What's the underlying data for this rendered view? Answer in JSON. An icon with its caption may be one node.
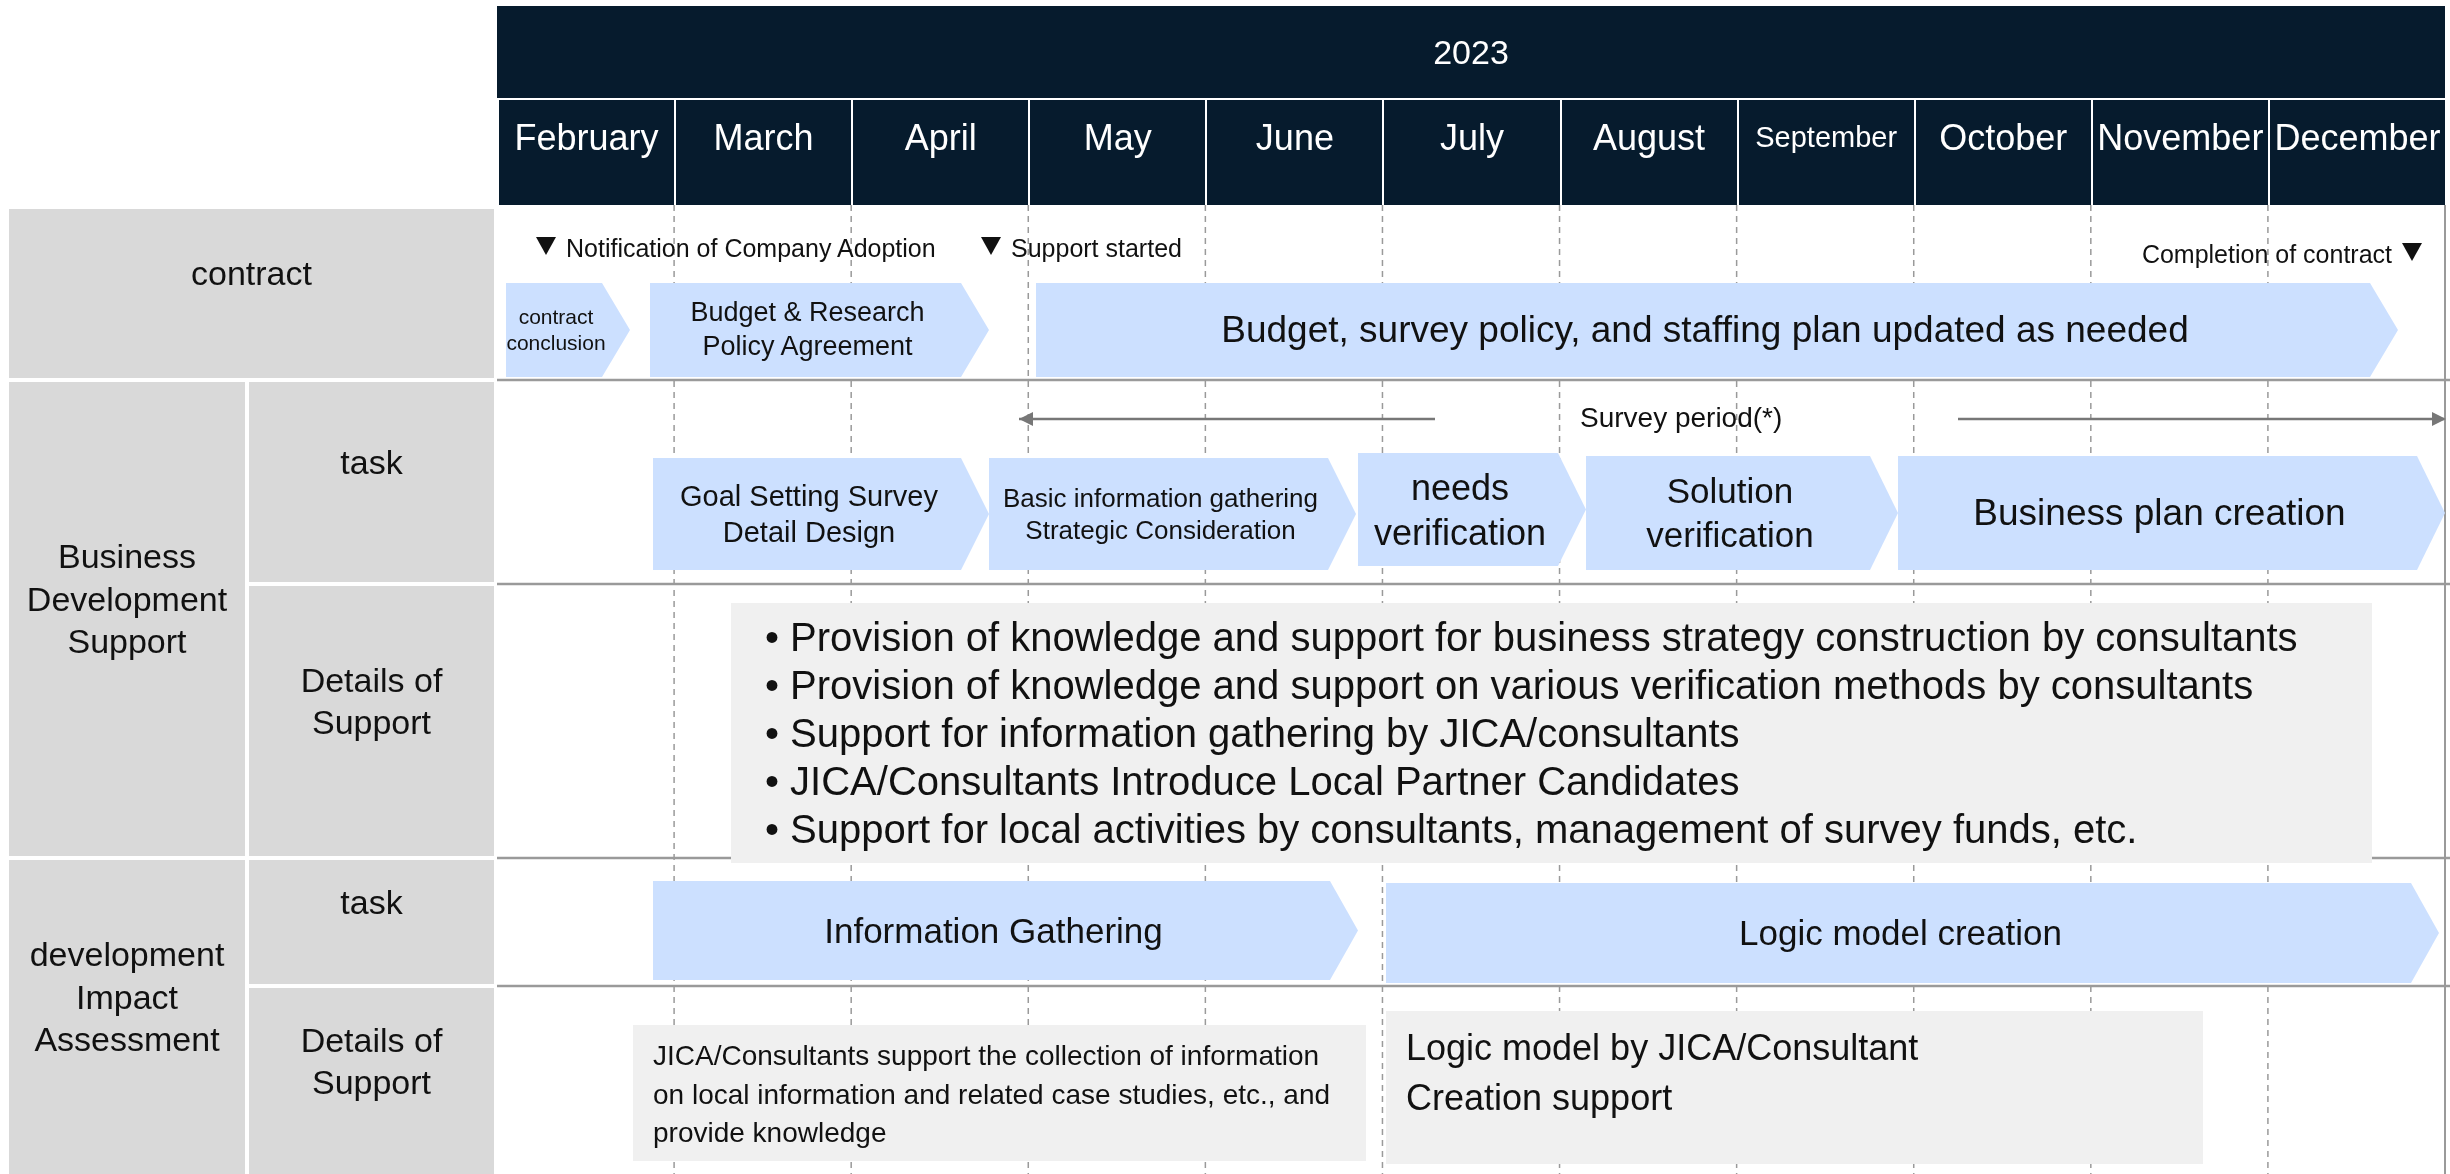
{
  "diagram": {
    "nodes": [
      {
        "text": [
          "contract"
        ]
      },
      {
        "text": [
          "Business Development Support"
        ]
      },
      {
        "text": [
          "task"
        ]
      },
      {
        "text": [
          "Details of Support"
        ]
      },
      {
        "text": [
          "development Impact Assessment"
        ]
      },
      {
        "text": [
          "task"
        ]
      },
      {
        "text": [
          "Details of Support"
        ]
      },
      {
        "text": [
          "contract conclusion"
        ]
      },
      {
        "text": [
          "Budget & Research Policy Agreement"
        ]
      },
      {
        "text": [
          "Budget, survey policy, and staffing plan updated as needed"
        ]
      },
      {
        "text": [
          "Goal Setting Survey Detail Design"
        ]
      },
      {
        "text": [
          "Basic information gathering Strategic Consideration"
        ]
      },
      {
        "text": [
          "needs verification"
        ]
      },
      {
        "text": [
          "Solution verification"
        ]
      },
      {
        "text": [
          "Business plan creation"
        ]
      },
      {
        "text": [
          "• Provision of knowledge and support for business strategy construction by consultants",
          "• Provision of knowledge and support on various verification methods by consultants",
          "• Support for information gathering by JICA/consultants",
          "• JICA/Consultants Introduce Local Partner Candidates",
          "• Support for local activities by consultants, management of survey funds, etc."
        ]
      },
      {
        "text": [
          "Information Gathering"
        ]
      },
      {
        "text": [
          "Logic model creation"
        ]
      },
      {
        "text": [
          "JICA/Consultants support the collection of information on local information and related case studies, etc., and provide knowledge"
        ]
      },
      {
        "text": [
          "Logic model by JICA/Consultant Creation support"
        ]
      }
    ],
    "labels": [
      "2023",
      "February",
      "March",
      "April",
      "May",
      "June",
      "July",
      "August",
      "September",
      "October",
      "November",
      "December",
      "Notification of Company Adoption",
      "Support started",
      "Completion of contract",
      "Survey period(*)"
    ]
  }
}
